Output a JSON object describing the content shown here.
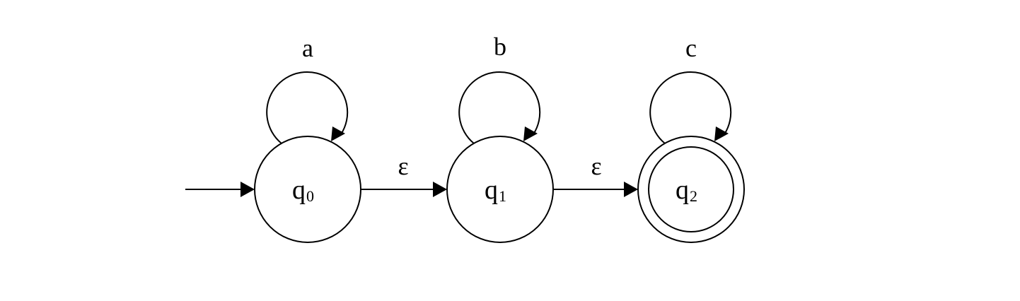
{
  "states": [
    {
      "id": "q0",
      "name": "q",
      "sub": "0",
      "loop_label": "a",
      "start": true,
      "accepting": false
    },
    {
      "id": "q1",
      "name": "q",
      "sub": "1",
      "loop_label": "b",
      "start": false,
      "accepting": false
    },
    {
      "id": "q2",
      "name": "q",
      "sub": "2",
      "loop_label": "c",
      "start": false,
      "accepting": true
    }
  ],
  "transitions": [
    {
      "from": "q0",
      "to": "q1",
      "label": "ε"
    },
    {
      "from": "q1",
      "to": "q2",
      "label": "ε"
    }
  ]
}
